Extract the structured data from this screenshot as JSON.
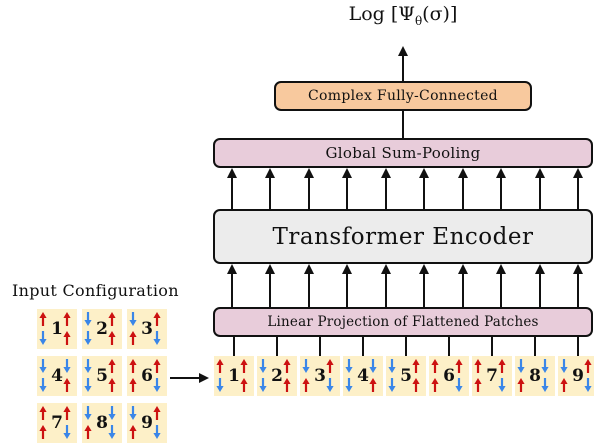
{
  "output_label": "Log [Ψθ(σ)]",
  "output_label_parts": {
    "pre": "Log [Ψ",
    "sub": "θ",
    "post": "(σ)]"
  },
  "boxes": {
    "output": "Complex Fully-Connected",
    "pooling": "Global Sum-Pooling",
    "encoder": "Transformer Encoder",
    "projection": "Linear Projection of Flattened Patches"
  },
  "input_title": "Input Configuration",
  "colors": {
    "spin_up": "#cc1111",
    "spin_down": "#3a86e8",
    "patch_bg": "#fdf0c8",
    "output_box": "#f8c99e",
    "pooling_box": "#e8ccda",
    "encoder_box": "#ececec",
    "projection_box": "#e8ccda"
  },
  "patches": [
    {
      "label": "1",
      "spins": [
        "up",
        "up",
        "down",
        "up"
      ]
    },
    {
      "label": "2",
      "spins": [
        "down",
        "up",
        "down",
        "up"
      ]
    },
    {
      "label": "3",
      "spins": [
        "down",
        "up",
        "up",
        "down"
      ]
    },
    {
      "label": "4",
      "spins": [
        "down",
        "down",
        "down",
        "up"
      ]
    },
    {
      "label": "5",
      "spins": [
        "down",
        "up",
        "down",
        "up"
      ]
    },
    {
      "label": "6",
      "spins": [
        "up",
        "up",
        "up",
        "down"
      ]
    },
    {
      "label": "7",
      "spins": [
        "up",
        "up",
        "up",
        "down"
      ]
    },
    {
      "label": "8",
      "spins": [
        "down",
        "down",
        "up",
        "down"
      ]
    },
    {
      "label": "9",
      "spins": [
        "down",
        "up",
        "up",
        "down"
      ]
    }
  ]
}
